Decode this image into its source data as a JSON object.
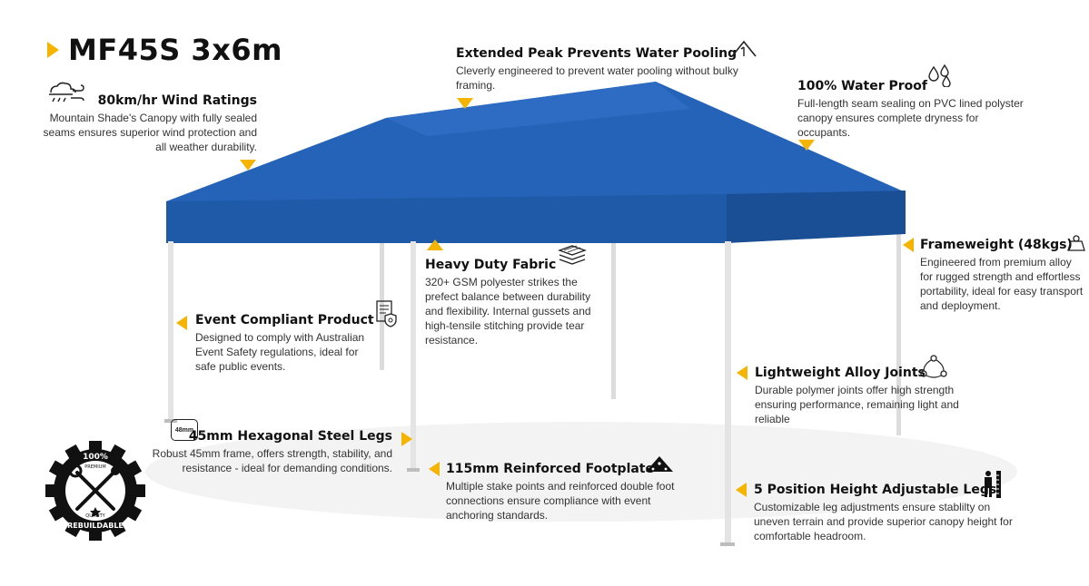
{
  "title": "MF45S 3x6m",
  "colors": {
    "accent": "#f5b400",
    "canopy": "#1f5fb0",
    "canopy_dark": "#184d95",
    "leg": "#e6e6e6"
  },
  "features": {
    "peak": {
      "title": "Extended Peak Prevents Water Pooling",
      "desc": "Cleverly engineered to prevent water pooling without bulky framing.",
      "icon": "peak-roof-icon"
    },
    "wind": {
      "title": "80km/hr Wind Ratings",
      "desc": "Mountain Shade's Canopy with fully sealed seams ensures superior wind protection and all weather durability.",
      "icon": "wind-cloud-icon"
    },
    "waterproof": {
      "title": "100% Water Proof",
      "desc": "Full-length seam sealing on PVC lined polyster canopy ensures complete dryness for occupants.",
      "icon": "water-drops-icon"
    },
    "frameweight": {
      "title": "Frameweight (48kgs)",
      "desc": "Engineered from premium alloy for rugged strength and effortless portability, ideal for easy transport and deployment.",
      "icon": "weight-icon"
    },
    "fabric": {
      "title": "Heavy Duty Fabric",
      "desc": "320+ GSM polyester strikes the prefect balance between durability and flexibility. Internal gussets and high-tensile stitching provide tear resistance.",
      "icon": "fabric-layers-icon"
    },
    "event": {
      "title": "Event Compliant Product",
      "desc": "Designed to comply with Australian Event Safety regulations, ideal for safe public events.",
      "icon": "certificate-icon"
    },
    "joints": {
      "title": "Lightweight Alloy Joints",
      "desc": "Durable polymer joints offer high strength ensuring performance, remaining light and reliable",
      "icon": "joints-icon"
    },
    "legs": {
      "title": "45mm Hexagonal Steel Legs",
      "desc": "Robust 45mm frame, offers strength, stability, and resistance - ideal for demanding conditions.",
      "icon": "leg-size-icon",
      "icon_text": "48mm"
    },
    "footplate": {
      "title": "115mm Reinforced Footplate",
      "desc": "Multiple stake points and reinforced double foot connections ensure compliance with event anchoring standards.",
      "icon": "footplate-icon"
    },
    "height": {
      "title": "5 Position Height Adjustable Legs",
      "desc": "Customizable leg adjustments ensure stablilty on uneven terrain and provide superior canopy height for comfortable headroom.",
      "icon": "height-ruler-icon"
    }
  },
  "badge": {
    "top": "100%",
    "sub": "PREMIUM",
    "quality": "QUALITY",
    "bottom": "REBUILDABLE"
  }
}
